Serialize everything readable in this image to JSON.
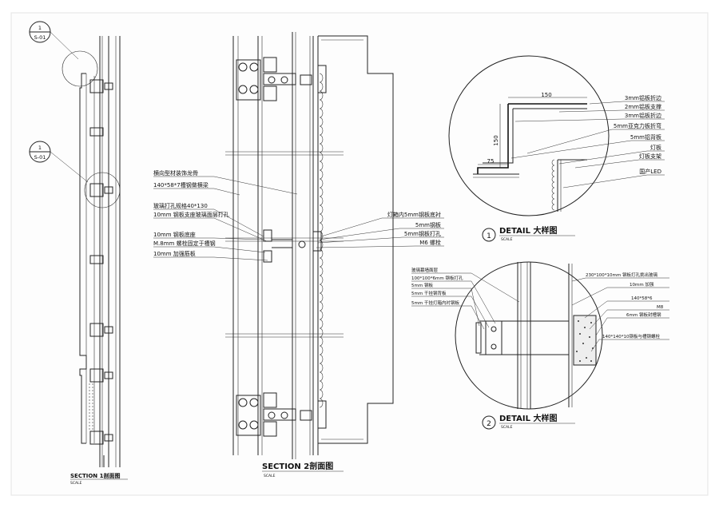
{
  "sheet": {
    "paper_color": "#fdfdfd",
    "ink_color": "#1a1a1a"
  },
  "tags": [
    {
      "num": "1",
      "ref": "S-01"
    },
    {
      "num": "1",
      "ref": "S-01"
    }
  ],
  "section1": {
    "title": "SECTION  1剖面图",
    "scale": "SCALE"
  },
  "section2": {
    "title": "SECTION  2剖面图",
    "scale": "SCALE",
    "labels_left": [
      "横向型材装饰龙骨",
      "140*58*7槽钢做横梁",
      "玻璃打孔规格40*130",
      "10mm 钢板支座玻璃面层打孔",
      "10mm 钢板底座",
      "M.8mm 螺栓固定于槽钢",
      "10mm 加强筋板"
    ],
    "labels_right": [
      "灯箱内5mm钢板底衬",
      "5mm钢板",
      "5mm钢板打孔",
      "M6 螺栓"
    ]
  },
  "detail1": {
    "num": "1",
    "title": "DETAIL    大样图",
    "scale": "SCALE",
    "dims": [
      "150",
      "150",
      "75"
    ],
    "labels": [
      "3mm铝板折边",
      "2mm铝板支撑",
      "3mm铝板折边",
      "5mm亚克力板折弯",
      "5mm铝背板",
      "灯板",
      "灯板支架",
      "国产LED"
    ]
  },
  "detail2": {
    "num": "2",
    "title": "DETAIL    大样图",
    "scale": "SCALE",
    "labels_left": [
      "玻璃幕墙面层",
      "100*100*6mm 钢板打孔",
      "5mm 钢板",
      "5mm 干挂钢背板",
      "5mm 干挂灯箱内衬钢板"
    ],
    "labels_right": [
      "230*100*10mm  钢板打孔挑出玻璃",
      "10mm 加强",
      "140*58*6",
      "M8",
      "6mm 钢板封槽钢",
      "140*140*10钢板与槽钢螺栓"
    ]
  }
}
